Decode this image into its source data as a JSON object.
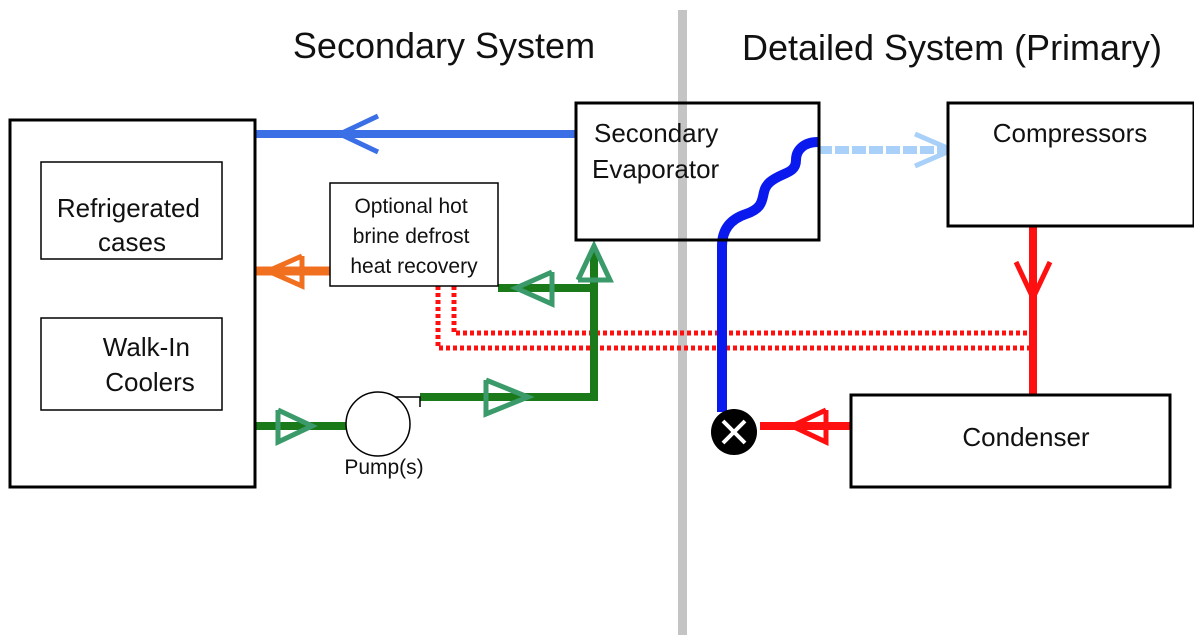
{
  "titles": {
    "secondary": "Secondary System",
    "primary": "Detailed System (Primary)"
  },
  "components": {
    "refrigerated_cases": [
      "Refrigerated",
      "cases"
    ],
    "walk_in_coolers": [
      "Walk-In",
      "Coolers"
    ],
    "hot_brine_defrost": [
      "Optional hot",
      "brine defrost",
      "heat recovery"
    ],
    "secondary_evaporator": [
      "Secondary",
      "Evaporator"
    ],
    "compressors": "Compressors",
    "condenser": "Condenser",
    "pump": "Pump(s)"
  },
  "colors": {
    "supply_brine": "#3a6fe6",
    "return_brine": "#1a7a1a",
    "return_brine_arrow": "#3a9a6a",
    "hot_brine": "#f07020",
    "refrigerant_liquid": "#ff1010",
    "refrigerant_low": "#0a1aee",
    "refrigerant_suction": "#a8d0f8",
    "divider": "#c4c4c4"
  }
}
